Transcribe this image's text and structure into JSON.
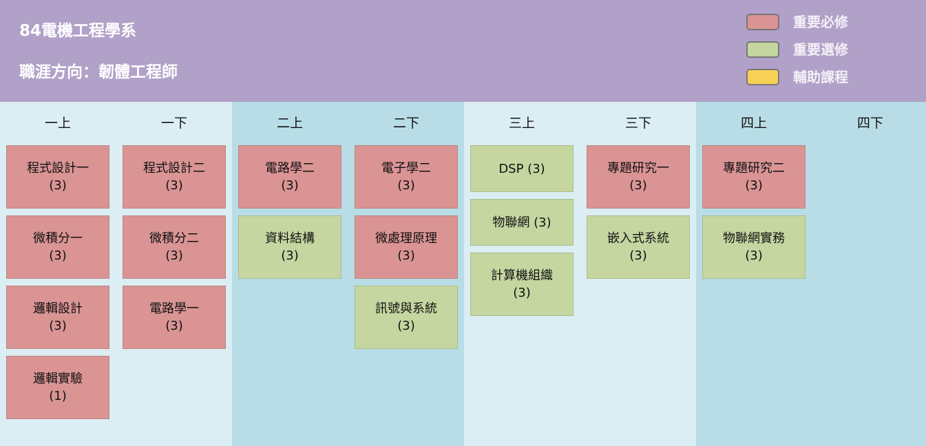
{
  "header": {
    "title": "84電機工程學系",
    "career": "職涯方向：韌體工程師"
  },
  "legend": [
    {
      "label": "重要必修",
      "color": "#da9494"
    },
    {
      "label": "重要選修",
      "color": "#c5d6a0"
    },
    {
      "label": "輔助課程",
      "color": "#f7d155"
    }
  ],
  "colors": {
    "band_light": "#dbeef4",
    "band_dark": "#b8dde7",
    "header_bg": "#b1a1c8"
  },
  "semesters": [
    {
      "label": "一上",
      "courses": [
        {
          "name": "程式設計一",
          "credits": "(3)",
          "type": "required"
        },
        {
          "name": "微積分一",
          "credits": "(3)",
          "type": "required"
        },
        {
          "name": "邏輯設計",
          "credits": "(3)",
          "type": "required"
        },
        {
          "name": "邏輯實驗",
          "credits": "(1)",
          "type": "required"
        }
      ]
    },
    {
      "label": "一下",
      "courses": [
        {
          "name": "程式設計二",
          "credits": "(3)",
          "type": "required"
        },
        {
          "name": "微積分二",
          "credits": "(3)",
          "type": "required"
        },
        {
          "name": "電路學一",
          "credits": "(3)",
          "type": "required"
        }
      ]
    },
    {
      "label": "二上",
      "courses": [
        {
          "name": "電路學二",
          "credits": "(3)",
          "type": "required"
        },
        {
          "name": "資料結構",
          "credits": "(3)",
          "type": "elective"
        }
      ]
    },
    {
      "label": "二下",
      "courses": [
        {
          "name": "電子學二",
          "credits": "(3)",
          "type": "required"
        },
        {
          "name": "微處理原理",
          "credits": "(3)",
          "type": "required"
        },
        {
          "name": "訊號與系統",
          "credits": "(3)",
          "type": "elective"
        }
      ]
    },
    {
      "label": "三上",
      "courses": [
        {
          "name": "DSP (3)",
          "credits": "",
          "type": "elective"
        },
        {
          "name": "物聯網 (3)",
          "credits": "",
          "type": "elective"
        },
        {
          "name": "計算機組織",
          "credits": "(3)",
          "type": "elective"
        }
      ]
    },
    {
      "label": "三下",
      "courses": [
        {
          "name": "專題研究一",
          "credits": "(3)",
          "type": "required"
        },
        {
          "name": "嵌入式系統",
          "credits": "(3)",
          "type": "elective"
        }
      ]
    },
    {
      "label": "四上",
      "courses": [
        {
          "name": "專題研究二",
          "credits": "(3)",
          "type": "required"
        },
        {
          "name": "物聯網實務",
          "credits": "(3)",
          "type": "elective"
        }
      ]
    },
    {
      "label": "四下",
      "courses": []
    }
  ]
}
